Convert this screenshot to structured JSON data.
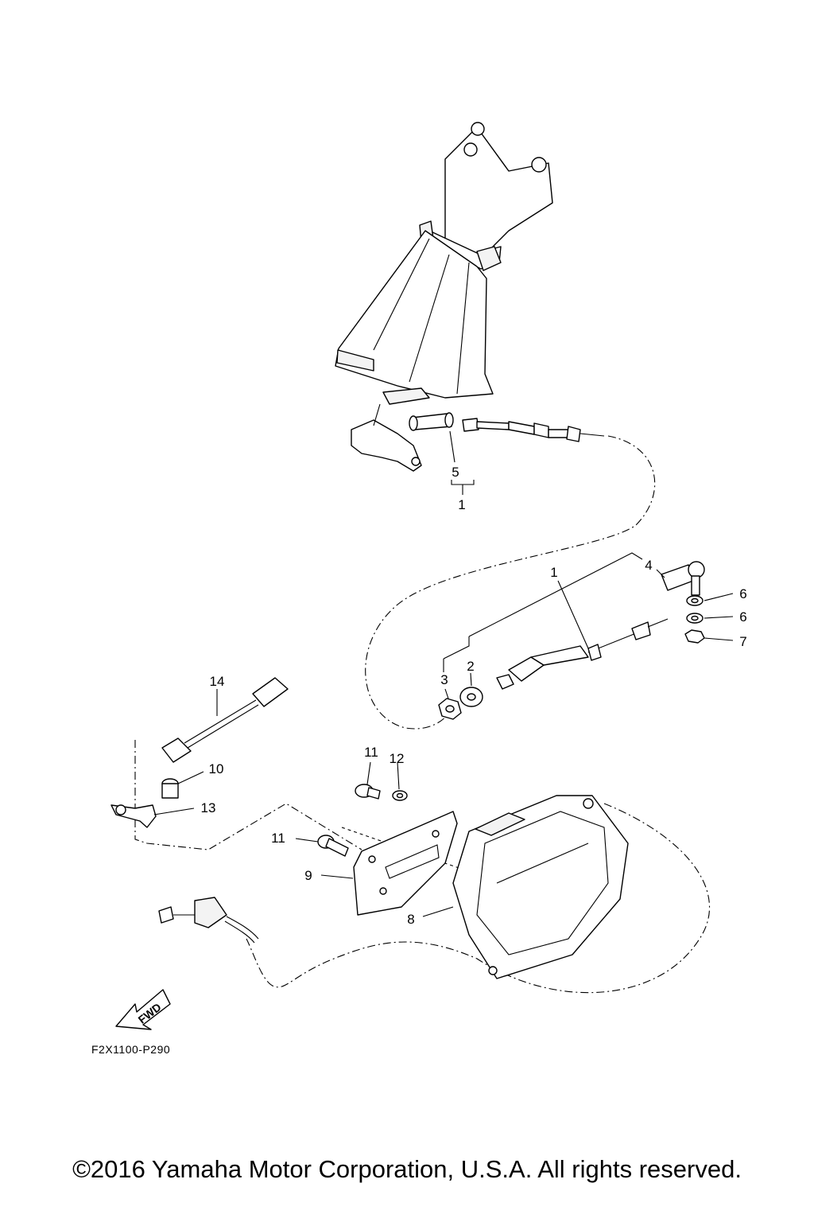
{
  "callouts": [
    {
      "id": "c5",
      "label": "5"
    },
    {
      "id": "c1a",
      "label": "1"
    },
    {
      "id": "c1b",
      "label": "1"
    },
    {
      "id": "c4",
      "label": "4"
    },
    {
      "id": "c6a",
      "label": "6"
    },
    {
      "id": "c6b",
      "label": "6"
    },
    {
      "id": "c7",
      "label": "7"
    },
    {
      "id": "c2",
      "label": "2"
    },
    {
      "id": "c3",
      "label": "3"
    },
    {
      "id": "c14",
      "label": "14"
    },
    {
      "id": "c10",
      "label": "10"
    },
    {
      "id": "c13",
      "label": "13"
    },
    {
      "id": "c11a",
      "label": "11"
    },
    {
      "id": "c12",
      "label": "12"
    },
    {
      "id": "c11b",
      "label": "11"
    },
    {
      "id": "c9",
      "label": "9"
    },
    {
      "id": "c8",
      "label": "8"
    }
  ],
  "fwd_label": "FWD",
  "drawing_code": "F2X1100-P290",
  "copyright": "©2016 Yamaha Motor Corporation, U.S.A. All rights reserved."
}
